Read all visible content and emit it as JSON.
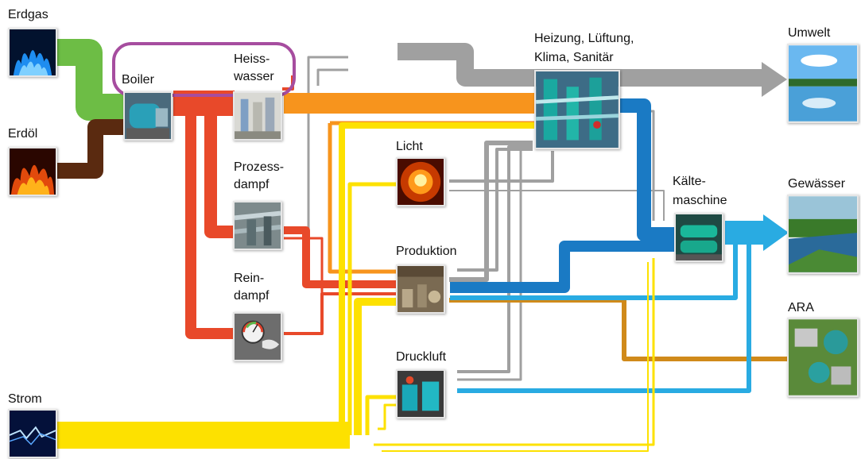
{
  "sources": {
    "erdgas": "Erdgas",
    "erdoel": "Erdöl",
    "strom": "Strom"
  },
  "converters": {
    "boiler": "Boiler",
    "heisswasser_1": "Heiss-",
    "heisswasser_2": "wasser",
    "prozessdampf_1": "Prozess-",
    "prozessdampf_2": "dampf",
    "reindampf_1": "Rein-",
    "reindampf_2": "dampf"
  },
  "consumers": {
    "hlks_1": "Heizung, Lüftung,",
    "hlks_2": "Klima, Sanitär",
    "licht": "Licht",
    "produktion": "Produktion",
    "druckluft": "Druckluft",
    "kaelte_1": "Kälte-",
    "kaelte_2": "maschine"
  },
  "sinks": {
    "umwelt": "Umwelt",
    "gewaesser": "Gewässer",
    "ara": "ARA"
  },
  "colors": {
    "erdgas_flow": "#6dbd45",
    "erdoel_flow": "#5a2a10",
    "boiler_flow": "#e8492a",
    "hot_water_flow": "#f7941d",
    "electricity_flow": "#fde100",
    "waste_heat_flow": "#a0a0a0",
    "cooling_flow": "#1a7ac4",
    "water_flow": "#29abe2",
    "wastewater_flow": "#d08a1a",
    "highlight_outline": "#a64d9f"
  }
}
